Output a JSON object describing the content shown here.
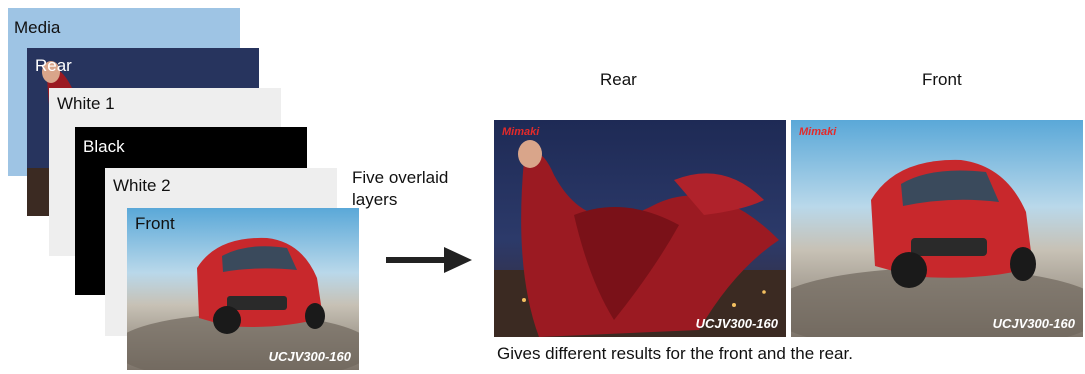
{
  "layers": {
    "media": "Media",
    "rear": "Rear",
    "white1": "White 1",
    "black": "Black",
    "white2": "White 2",
    "front": "Front"
  },
  "caption": {
    "line1": "Five overlaid",
    "line2": "layers"
  },
  "results": {
    "rear_heading": "Rear",
    "front_heading": "Front",
    "brand": "Mimaki",
    "model": "UCJV300-160"
  },
  "conclusion": "Gives different results for the front and the rear.",
  "colors": {
    "media": "#9ec4e4",
    "white_ink": "#eeeeee",
    "black_ink": "#000000",
    "dress_red": "#9b1a22",
    "car_red": "#c8282c",
    "brand_red": "#e32a2a"
  },
  "icons": {
    "arrow": "right-arrow-icon"
  }
}
